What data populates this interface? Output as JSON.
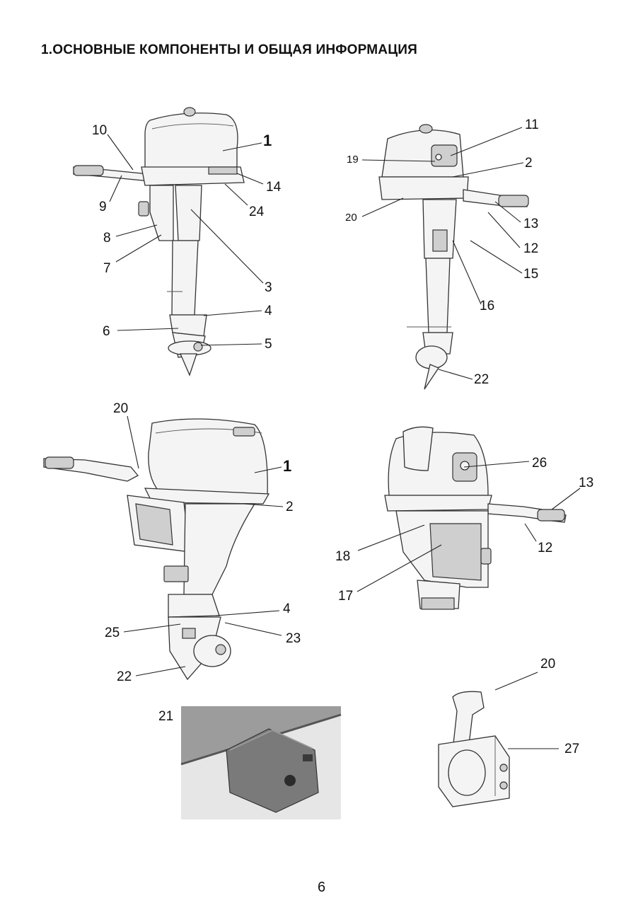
{
  "page": {
    "title": "1.ОСНОВНЫЕ КОМПОНЕНТЫ И ОБЩАЯ ИНФОРМАЦИЯ",
    "page_number": "6"
  },
  "figures": {
    "top_left": {
      "labels": [
        "10",
        "1",
        "14",
        "24",
        "9",
        "8",
        "7",
        "3",
        "4",
        "6",
        "5"
      ]
    },
    "top_right": {
      "labels": [
        "11",
        "19",
        "2",
        "20",
        "13",
        "12",
        "15",
        "16",
        "22"
      ]
    },
    "mid_left": {
      "labels": [
        "20",
        "1",
        "2",
        "4",
        "25",
        "23",
        "22"
      ]
    },
    "mid_right": {
      "labels": [
        "26",
        "13",
        "18",
        "12",
        "17"
      ]
    },
    "photo": {
      "labels": [
        "21"
      ]
    },
    "remote": {
      "labels": [
        "20",
        "27"
      ]
    }
  }
}
